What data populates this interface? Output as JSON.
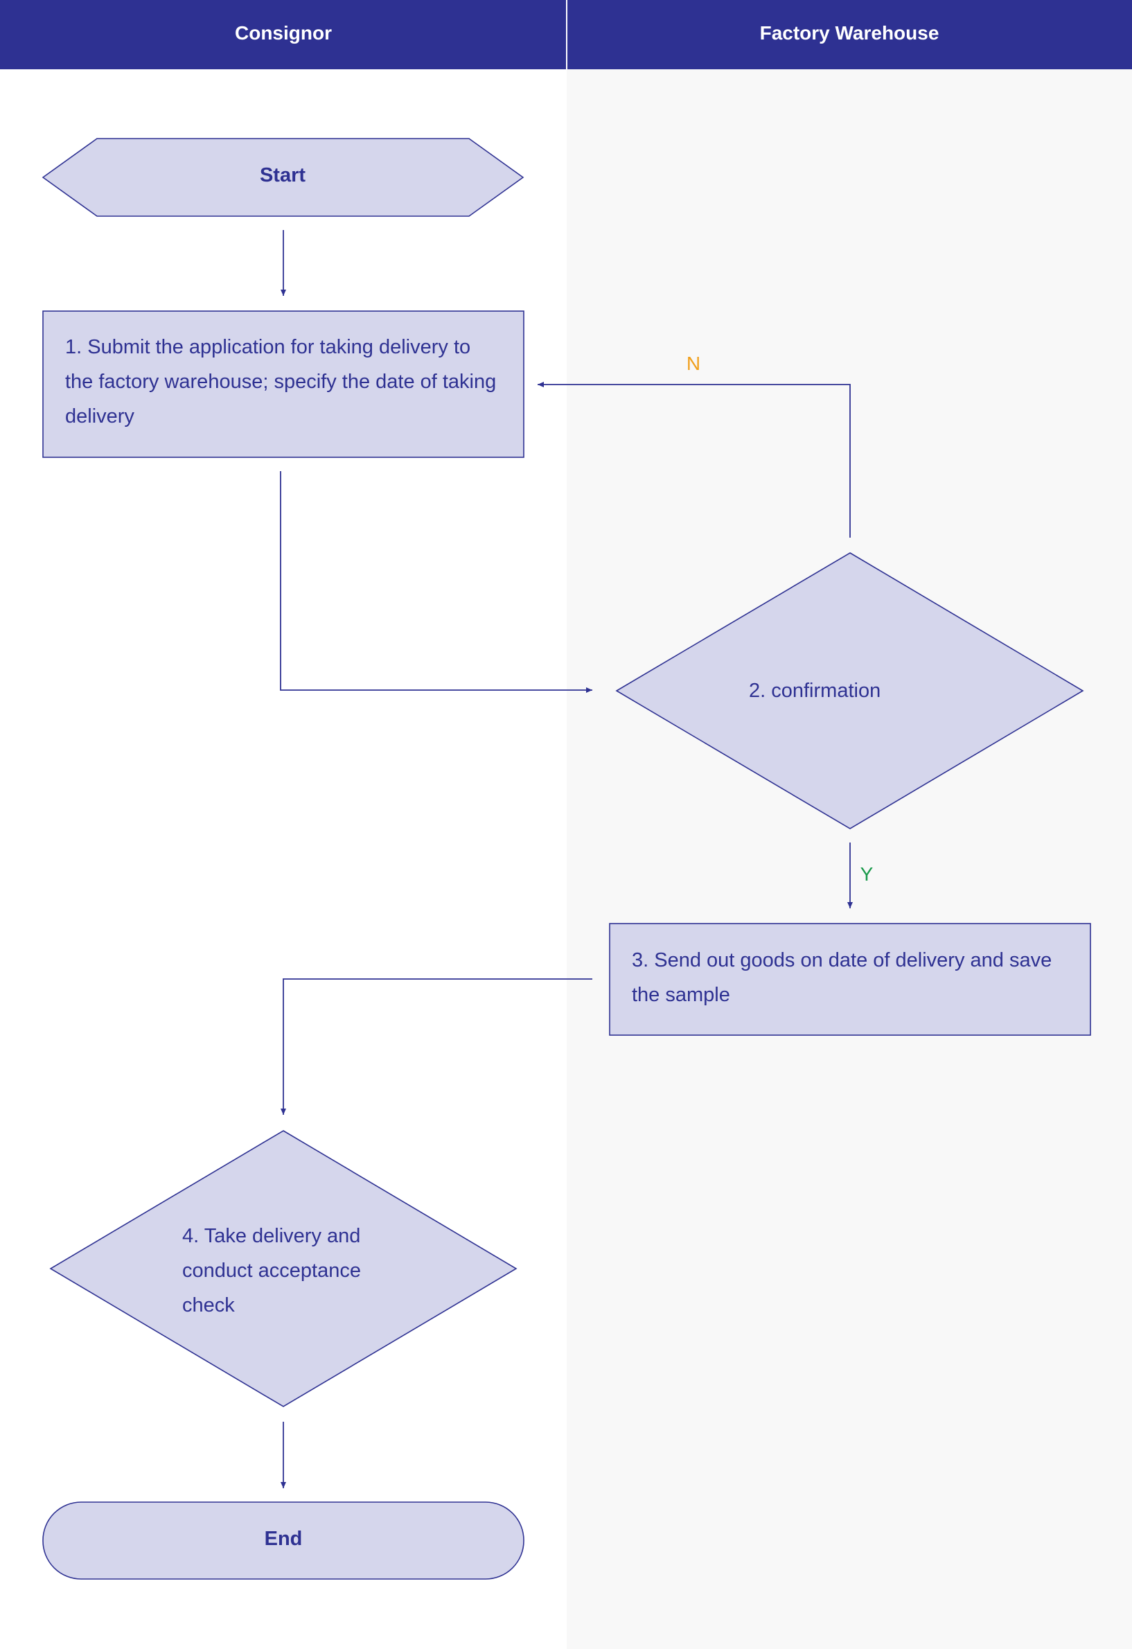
{
  "colors": {
    "header": "#2e3192",
    "header_text": "#ffffff",
    "lane_left_bg": "#ffffff",
    "lane_right_bg": "#f8f8f8",
    "node_fill": "#d5d6ec",
    "node_stroke": "#2e3192",
    "node_text": "#2e3192",
    "label_no": "#f0a01e",
    "label_yes": "#1a9a4b"
  },
  "lanes": {
    "consignor": "Consignor",
    "factory_warehouse": "Factory Warehouse"
  },
  "nodes": {
    "start": "Start",
    "step1": {
      "lines": [
        "1. Submit the application for taking delivery to",
        "the factory warehouse; specify the date of taking",
        "delivery"
      ]
    },
    "step2": "2. confirmation",
    "step3": {
      "lines": [
        "3. Send out goods on date of delivery and save",
        "the sample"
      ]
    },
    "step4": {
      "lines": [
        "4. Take delivery and",
        "conduct acceptance",
        "check"
      ]
    },
    "end": "End"
  },
  "branches": {
    "no": "N",
    "yes": "Y"
  }
}
